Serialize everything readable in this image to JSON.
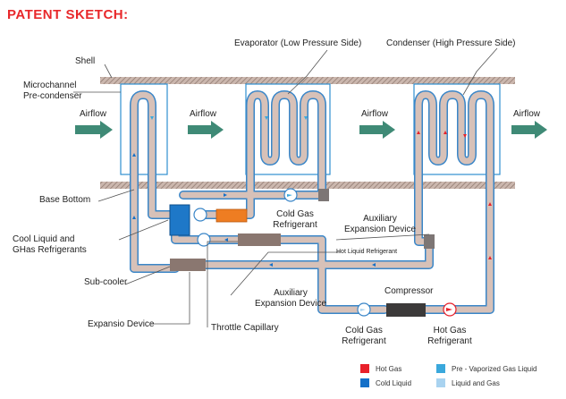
{
  "title": "PATENT SKETCH:",
  "labels": {
    "shell": "Shell",
    "microchannel": "Microchannel",
    "pre_condenser": "Pre-condenser",
    "evaporator": "Evaporator (Low Pressure Side)",
    "condenser": "Condenser (High Pressure Side)",
    "airflow": "Airflow",
    "base_bottom": "Base Bottom",
    "cool_liquid_1": "Cool Liquid and",
    "cool_liquid_2": "GHas Refrigerants",
    "cold_gas_ref_1": "Cold Gas",
    "cold_gas_ref_2": "Refrigerant",
    "aux_exp_1": "Auxiliary",
    "aux_exp_2": "Expansion Device",
    "hot_liquid_ref": "Hot Liquid Refrigerant",
    "sub_cooler": "Sub-cooler",
    "aux_exp_b_1": "Auxiliary",
    "aux_exp_b_2": "Expansion Device",
    "compressor": "Compressor",
    "expansio_device": "Expansio Device",
    "throttle_capillary": "Throttle Capillary",
    "cold_gas_b_1": "Cold Gas",
    "cold_gas_b_2": "Refrigerant",
    "hot_gas_b_1": "Hot Gas",
    "hot_gas_b_2": "Refrigerant"
  },
  "legend": [
    {
      "label": "Hot Gas",
      "color": "#e8202a"
    },
    {
      "label": "Pre - Vaporized Gas Liquid",
      "color": "#3aa8dc"
    },
    {
      "label": "Cold Liquid",
      "color": "#1470c8"
    },
    {
      "label": "Liquid and Gas",
      "color": "#a9d3f0"
    }
  ],
  "colors": {
    "pipe": "#c9aea6",
    "pipe_outline": "#3a86c8",
    "shell": "#a58a80",
    "frame": "#2f8fd0",
    "airflow_arrow": "#3f8a76",
    "accent": "#e8282b",
    "sub_cooler": "#8a7770",
    "throttle": "#8a7770",
    "compressor": "#3c3a3a",
    "cool_block": "#1e78c8",
    "orange_device": "#ee7d22",
    "valve": "#7d7675"
  }
}
